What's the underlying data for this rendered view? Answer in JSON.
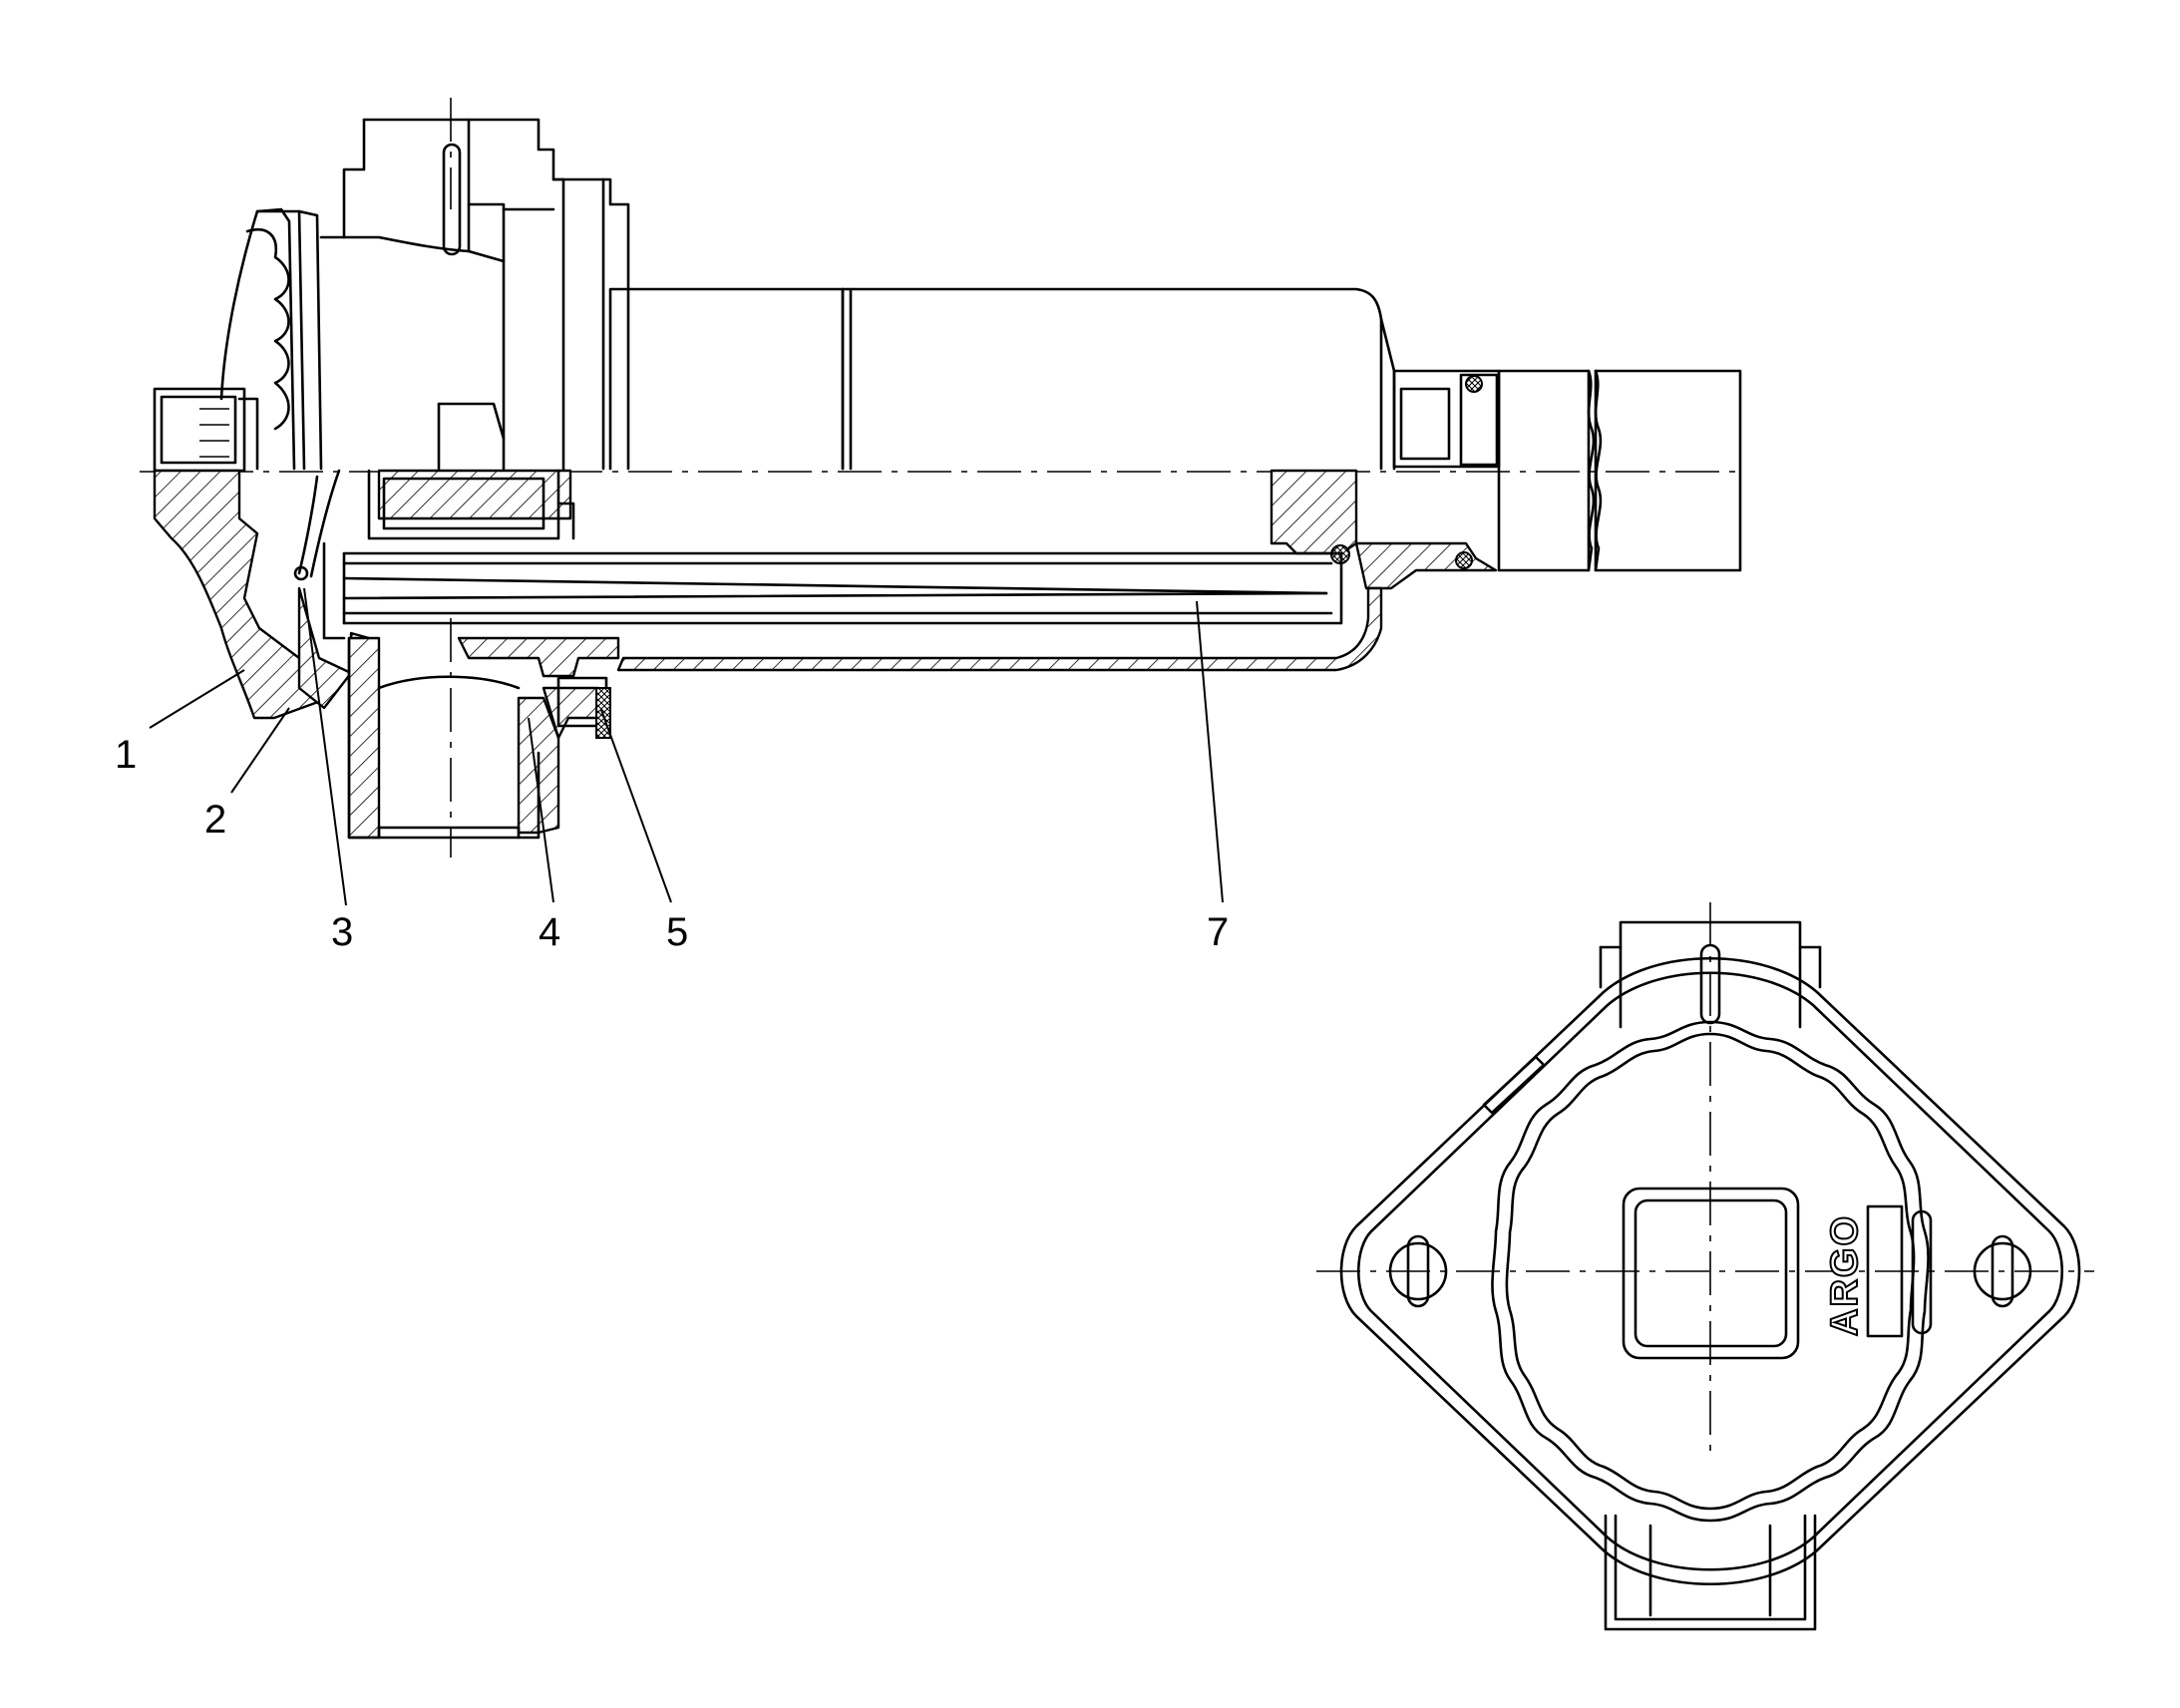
{
  "callouts": [
    {
      "id": "1",
      "label": "1"
    },
    {
      "id": "2",
      "label": "2"
    },
    {
      "id": "3",
      "label": "3"
    },
    {
      "id": "4",
      "label": "4"
    },
    {
      "id": "5",
      "label": "5"
    },
    {
      "id": "7",
      "label": "7"
    }
  ],
  "logo_text": "ARGO",
  "colors": {
    "line": "#000000",
    "background": "#ffffff"
  }
}
